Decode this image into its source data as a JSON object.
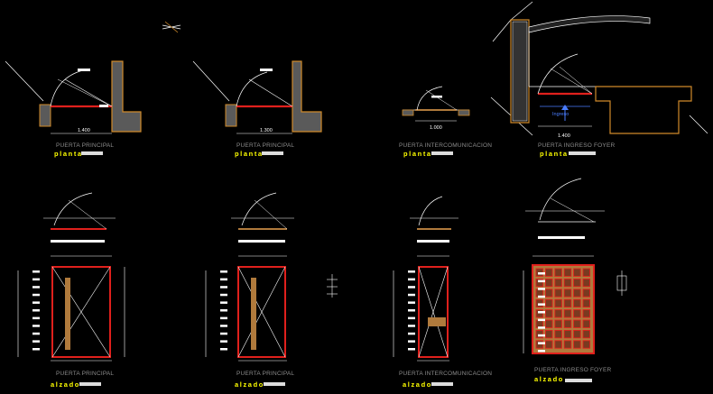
{
  "views": [
    {
      "title": "PUERTA PRINCIPAL",
      "subtitle": "planta",
      "dimension": "1.400"
    },
    {
      "title": "PUERTA PRINCIPAL",
      "subtitle": "planta",
      "dimension": "1.300"
    },
    {
      "title": "PUERTA INTERCOMUNICACION",
      "subtitle": "planta",
      "dimension": "1.000"
    },
    {
      "title": "PUERTA INGRESO FOYER",
      "subtitle": "planta",
      "dimension": "1.400",
      "label": "Ingreso"
    },
    {
      "title": "PUERTA PRINCIPAL",
      "subtitle": "alzado"
    },
    {
      "title": "PUERTA PRINCIPAL",
      "subtitle": "alzado"
    },
    {
      "title": "PUERTA INTERCOMUNICACION",
      "subtitle": "alzado"
    },
    {
      "title": "PUERTA INGRESO FOYER",
      "subtitle": "alzado"
    }
  ],
  "colors": {
    "background": "#000000",
    "door": "#e0201c",
    "wood": "#b07a3c",
    "wall": "#d08a2a",
    "title_text": "#8c8c8c",
    "subtitle_text": "#ffff00",
    "lines": "#ffffff",
    "arrow": "#4a7dff"
  }
}
